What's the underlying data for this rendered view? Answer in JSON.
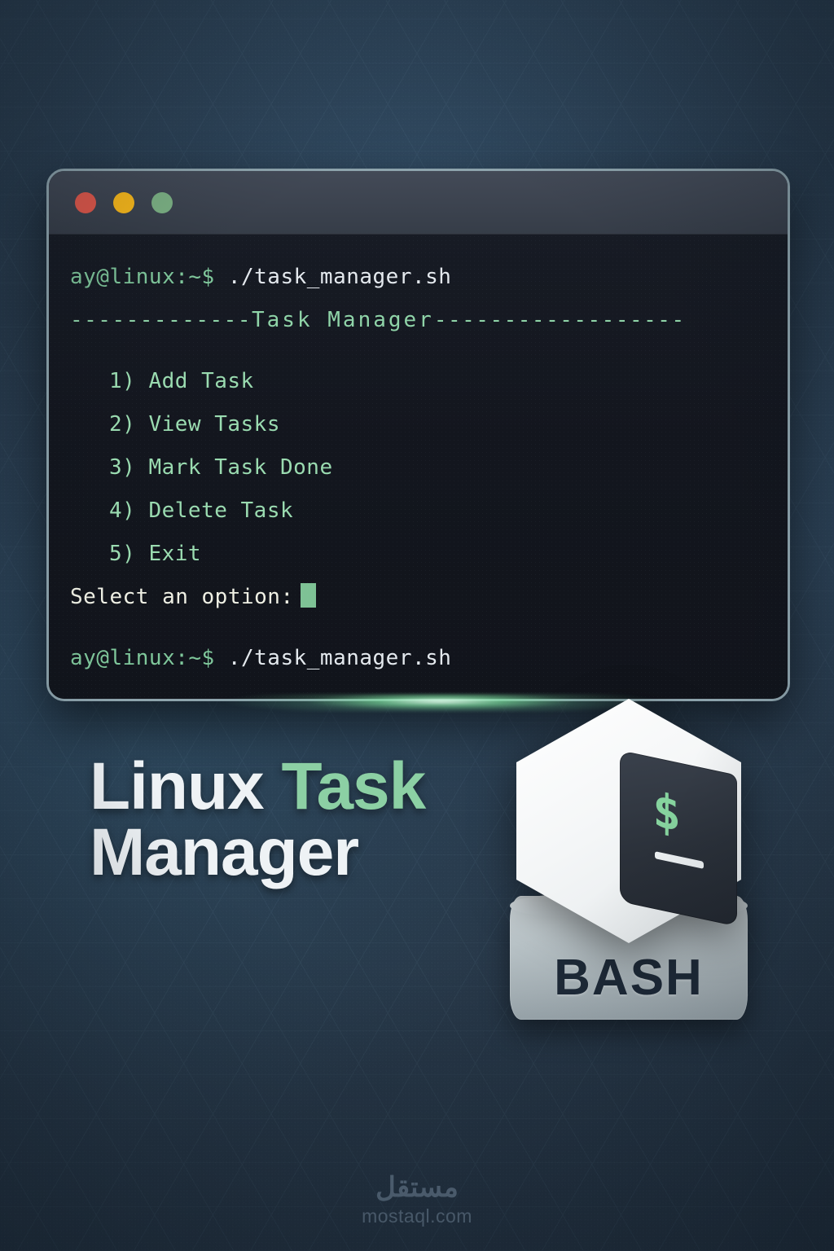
{
  "theme": {
    "bg_dark": "#27394b",
    "accent_green": "#8cd0a4",
    "terminal_bg": "#13161e",
    "titlebar_bg": "#3c434f",
    "prompt_green": "#7fc79b",
    "menu_green": "#9adbb0",
    "text_white": "#eef2f5"
  },
  "terminal": {
    "window_controls": [
      {
        "name": "close",
        "color": "#e0584b"
      },
      {
        "name": "minimize",
        "color": "#f8b81b"
      },
      {
        "name": "maximize",
        "color": "#7cb184"
      }
    ],
    "prompt": "ay@linux:~$",
    "command": " ./task_manager.sh",
    "header_dashes_left": "-------------",
    "header_title": "Task Manager",
    "header_dashes_right": "------------------",
    "menu_items": [
      "1) Add Task",
      "2) View Tasks",
      "3) Mark Task Done",
      "4) Delete Task",
      "5) Exit"
    ],
    "select_prompt": "Select an option:",
    "prompt_repeat": "ay@linux:~$",
    "command_repeat": " ./task_manager.sh"
  },
  "headline": {
    "line1_white": "Linux ",
    "line1_accent": "Task",
    "line2": "Manager"
  },
  "logo": {
    "plate_label": "BASH",
    "face_symbol": "$",
    "face_cursor": "_"
  },
  "watermark": {
    "arabic": "مستقل",
    "latin": "mostaql.com"
  }
}
